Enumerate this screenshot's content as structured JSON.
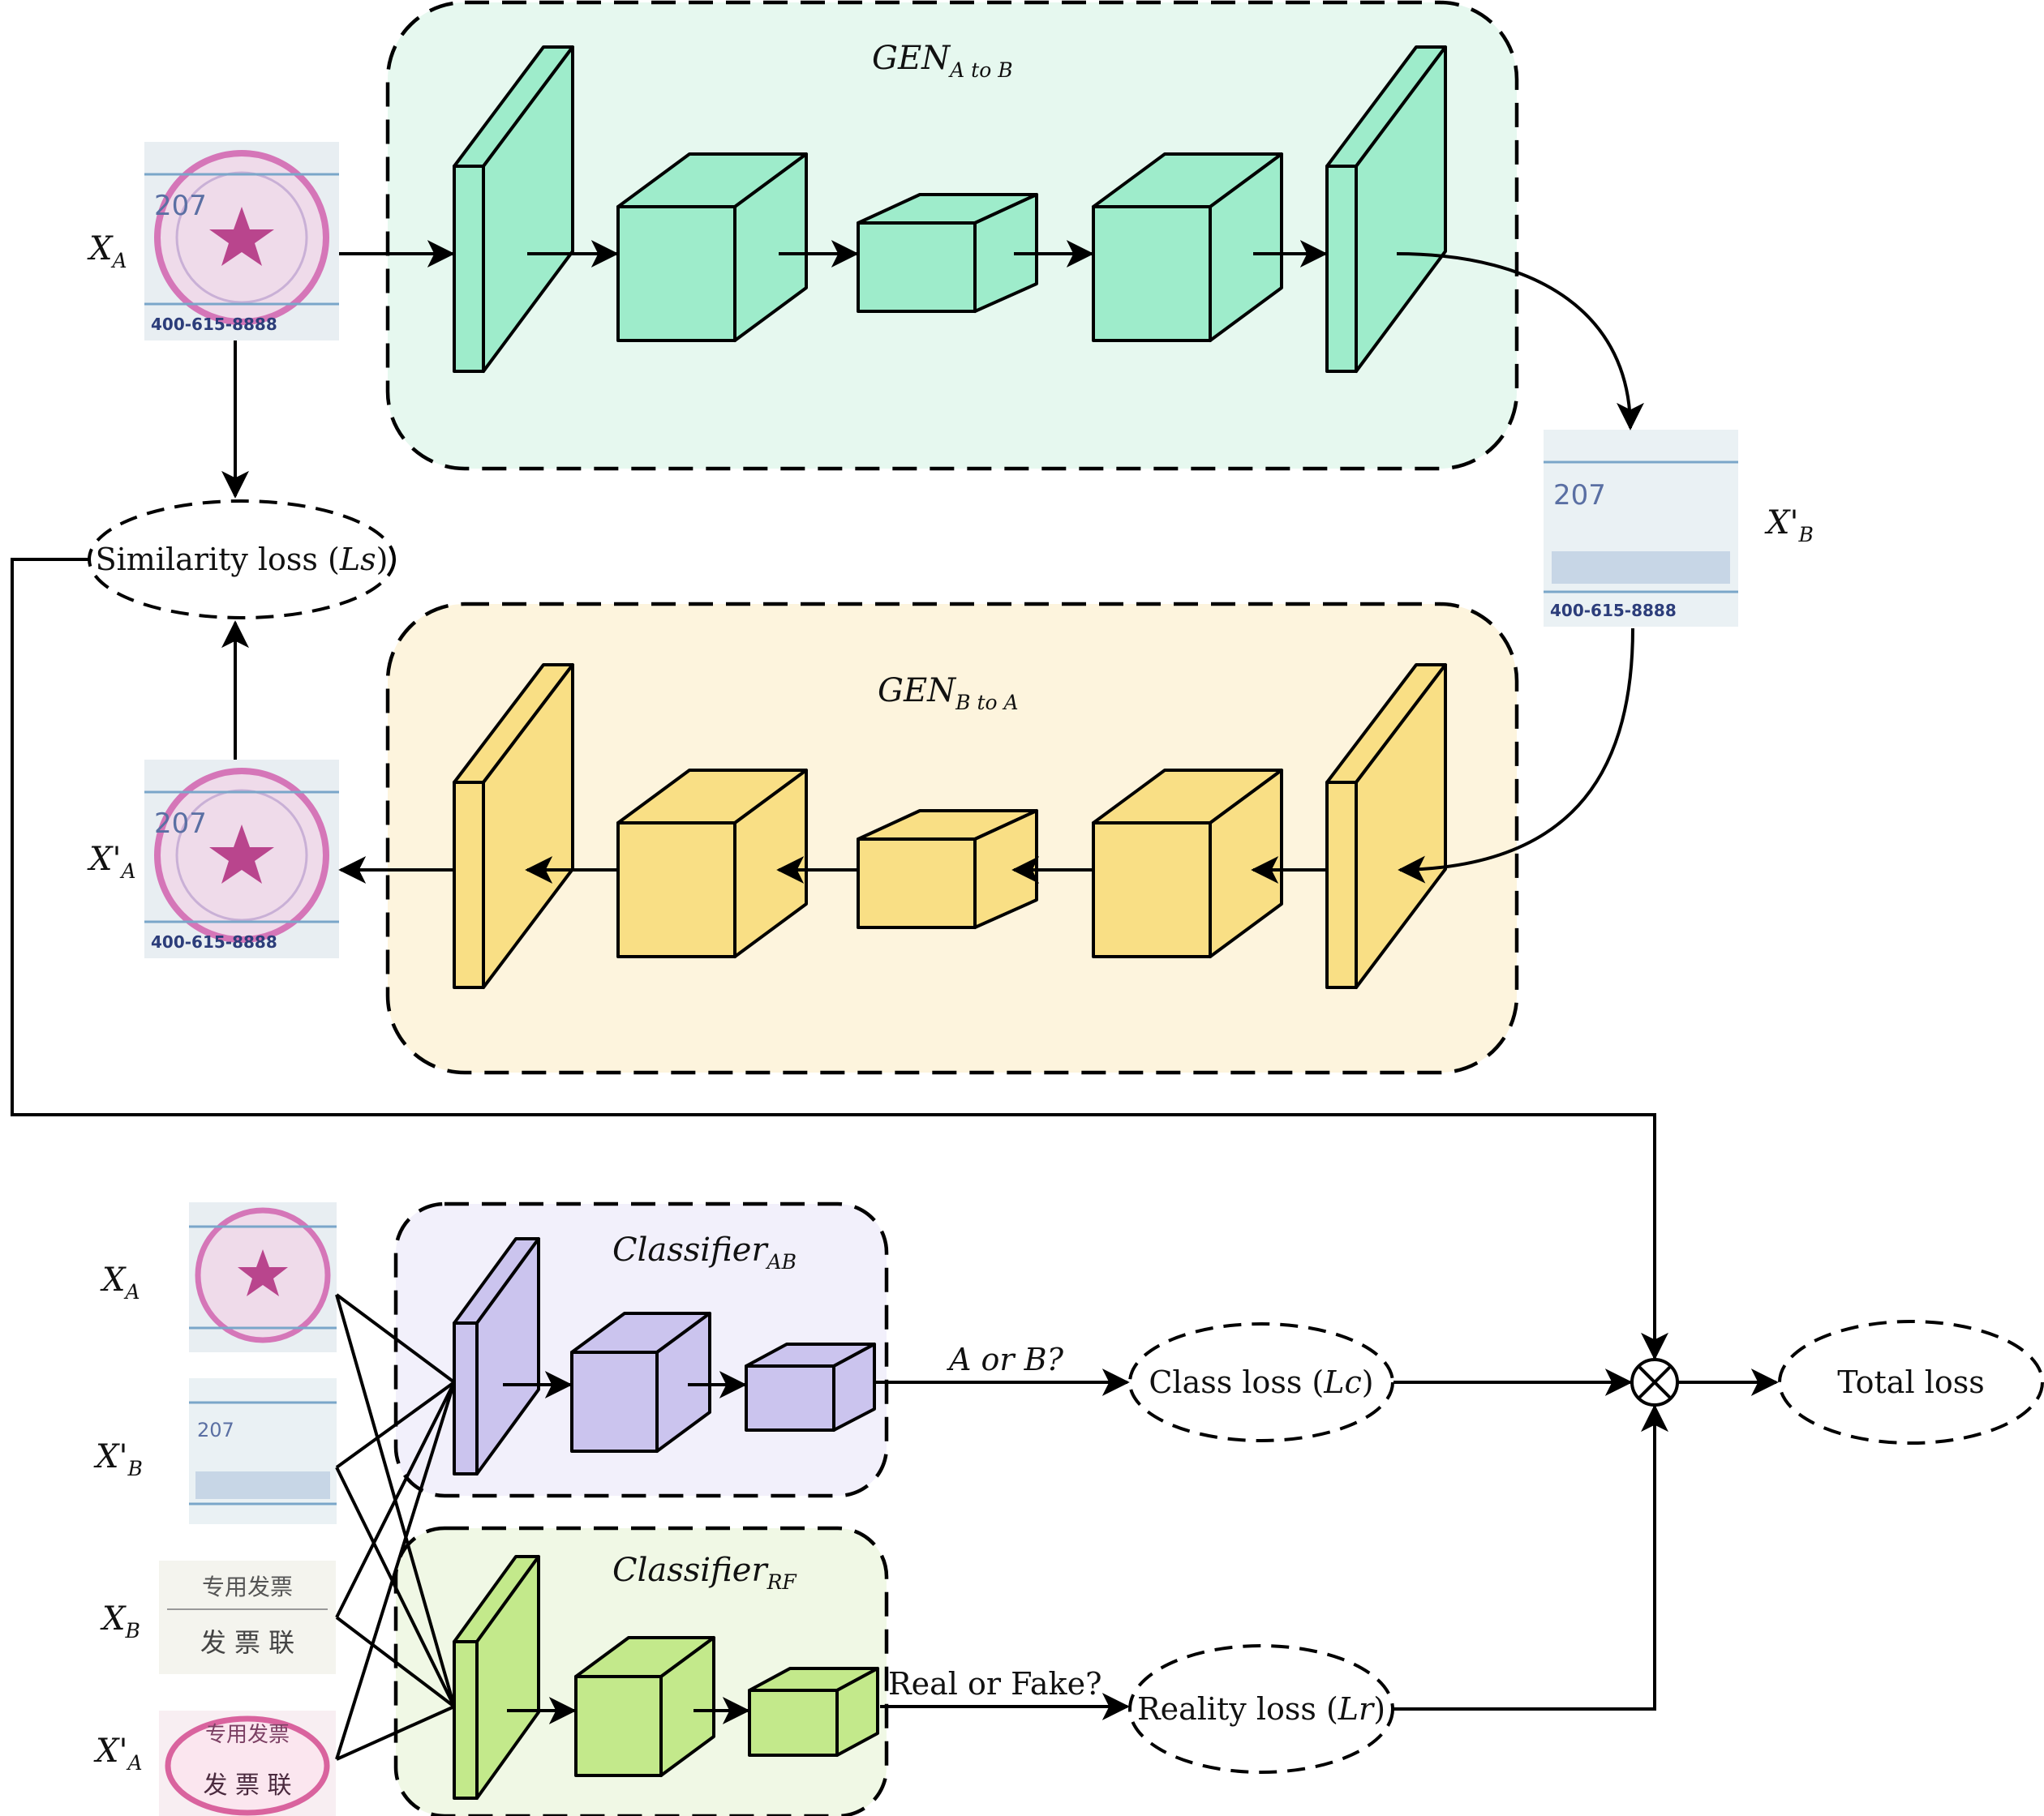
{
  "colors": {
    "gen_ab_bg": "#e6f8ef",
    "gen_ab_block": "#9eeccb",
    "gen_ba_bg": "#fdf4dd",
    "gen_ba_block": "#f9df85",
    "classifier_ab_bg": "#f2f0fb",
    "classifier_ab_block": "#cbc4ee",
    "classifier_rf_bg": "#f0f8e5",
    "classifier_rf_block": "#c3e98b"
  },
  "generators": {
    "a_to_b": {
      "title_main": "GEN",
      "title_sub": "A to B"
    },
    "b_to_a": {
      "title_main": "GEN",
      "title_sub": "B to A"
    }
  },
  "classifiers": {
    "ab": {
      "title_main": "Classifier",
      "title_sub": "AB",
      "question": "A or B?"
    },
    "rf": {
      "title_main": "Classifier",
      "title_sub": "RF",
      "question": "Real or Fake?"
    }
  },
  "inputs": {
    "xa": {
      "main": "X",
      "sub": "A"
    },
    "xb_prime": {
      "main": "X'",
      "sub": "B"
    },
    "xa_prime": {
      "main": "X'",
      "sub": "A"
    },
    "xb": {
      "main": "X",
      "sub": "B"
    }
  },
  "losses": {
    "similarity": {
      "label": "Similarity loss (",
      "symbol": "Ls",
      "close": ")"
    },
    "class": {
      "label": "Class loss (",
      "symbol": "Lc",
      "close": ")"
    },
    "reality": {
      "label": "Reality loss (",
      "symbol": "Lr",
      "close": ")"
    },
    "total": {
      "label": "Total loss"
    }
  },
  "images": {
    "stamp_text_number": "207",
    "stamp_text_phone": "400-615-8888",
    "receipt_text_title": "专用发票",
    "receipt_text_body": "发 票 联"
  }
}
